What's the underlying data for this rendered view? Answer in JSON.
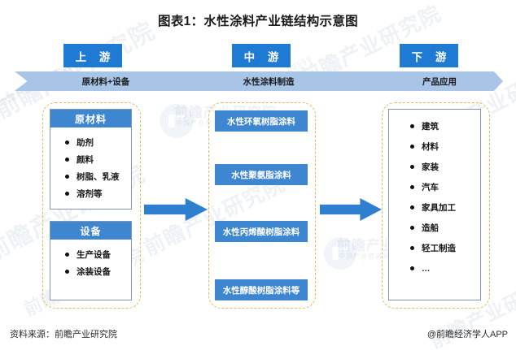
{
  "title": "图表1：水性涂料产业链结构示意图",
  "colors": {
    "chip_blue": "#1f7ad4",
    "box_blue": "#3f86d0",
    "band_blue": "#a8c5e8",
    "arrow_blue": "#2f7fd0",
    "dashed_border": "#e2bb62",
    "panel_border": "#8496ae"
  },
  "stages": {
    "upstream": {
      "chip": "上  游",
      "band_label": "原材料+设备"
    },
    "midstream": {
      "chip": "中  游",
      "band_label": "水性涂料制造"
    },
    "downstream": {
      "chip": "下  游",
      "band_label": "产品应用"
    }
  },
  "upstream": {
    "panels": [
      {
        "header": "原材料",
        "items": [
          "助剂",
          "颜料",
          "树脂、乳液",
          "溶剂等"
        ]
      },
      {
        "header": "设备",
        "items": [
          "生产设备",
          "涂装设备"
        ]
      }
    ]
  },
  "midstream": {
    "products": [
      "水性环氧树脂涂料",
      "水性聚氨脂涂料",
      "水性丙烯酸树脂涂料",
      "水性醇酸树脂涂料等"
    ]
  },
  "downstream": {
    "panel": {
      "items": [
        "建筑",
        "材料",
        "家装",
        "汽车",
        "家具加工",
        "造船",
        "轻工制造",
        "…"
      ]
    }
  },
  "footer": {
    "source": "资料来源：前瞻产业研究院",
    "attribution": "@前瞻经济学人APP"
  },
  "watermarks": {
    "brand": "前瞻产业研究院",
    "sub": "中国产业咨询领导者",
    "code": "83959"
  }
}
